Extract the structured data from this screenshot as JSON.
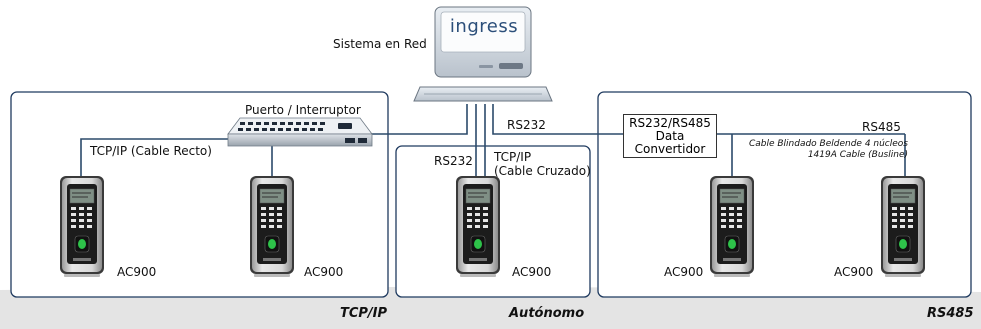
{
  "computer": {
    "label": "Sistema en Red",
    "screen_text": "ingress"
  },
  "switch": {
    "label": "Puerto / Interruptor"
  },
  "sections": {
    "tcpip": "TCP/IP",
    "autonomo": "Autónomo",
    "rs485": "RS485"
  },
  "connections": {
    "tcpip_cable": "TCP/IP (Cable Recto)",
    "rs232_top": "RS232",
    "rs232_mid": "RS232",
    "tcpip_cross_line1": "TCP/IP",
    "tcpip_cross_line2": "(Cable Cruzado)",
    "rs485": "RS485",
    "cable_note_line1": "Cable Blindado Beldende 4 núcleos",
    "cable_note_line2": "1419A Cable (Busline)"
  },
  "converter": {
    "line1": "RS232/RS485",
    "line2": "Data",
    "line3": "Convertidor"
  },
  "devices": [
    {
      "model": "AC900"
    },
    {
      "model": "AC900"
    },
    {
      "model": "AC900"
    },
    {
      "model": "AC900"
    },
    {
      "model": "AC900"
    }
  ],
  "colors": {
    "box_border": "#1f3a5f",
    "bottom_band": "#e4e4e4",
    "wire": "#2b4a6a"
  }
}
